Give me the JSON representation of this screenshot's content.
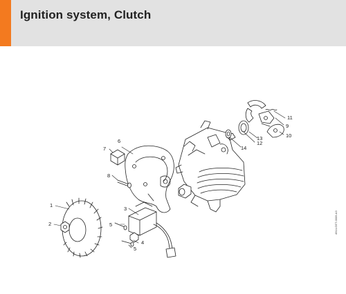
{
  "header": {
    "title": "Ignition system, Clutch",
    "accent_color": "#f37a1f",
    "background_color": "#e2e2e2"
  },
  "diagram": {
    "callouts": [
      "1",
      "2",
      "3",
      "4",
      "5",
      "5",
      "6",
      "7",
      "8",
      "9",
      "10",
      "11",
      "12",
      "13",
      "14"
    ],
    "drawing_id": "4914-GET-0009-A3"
  }
}
